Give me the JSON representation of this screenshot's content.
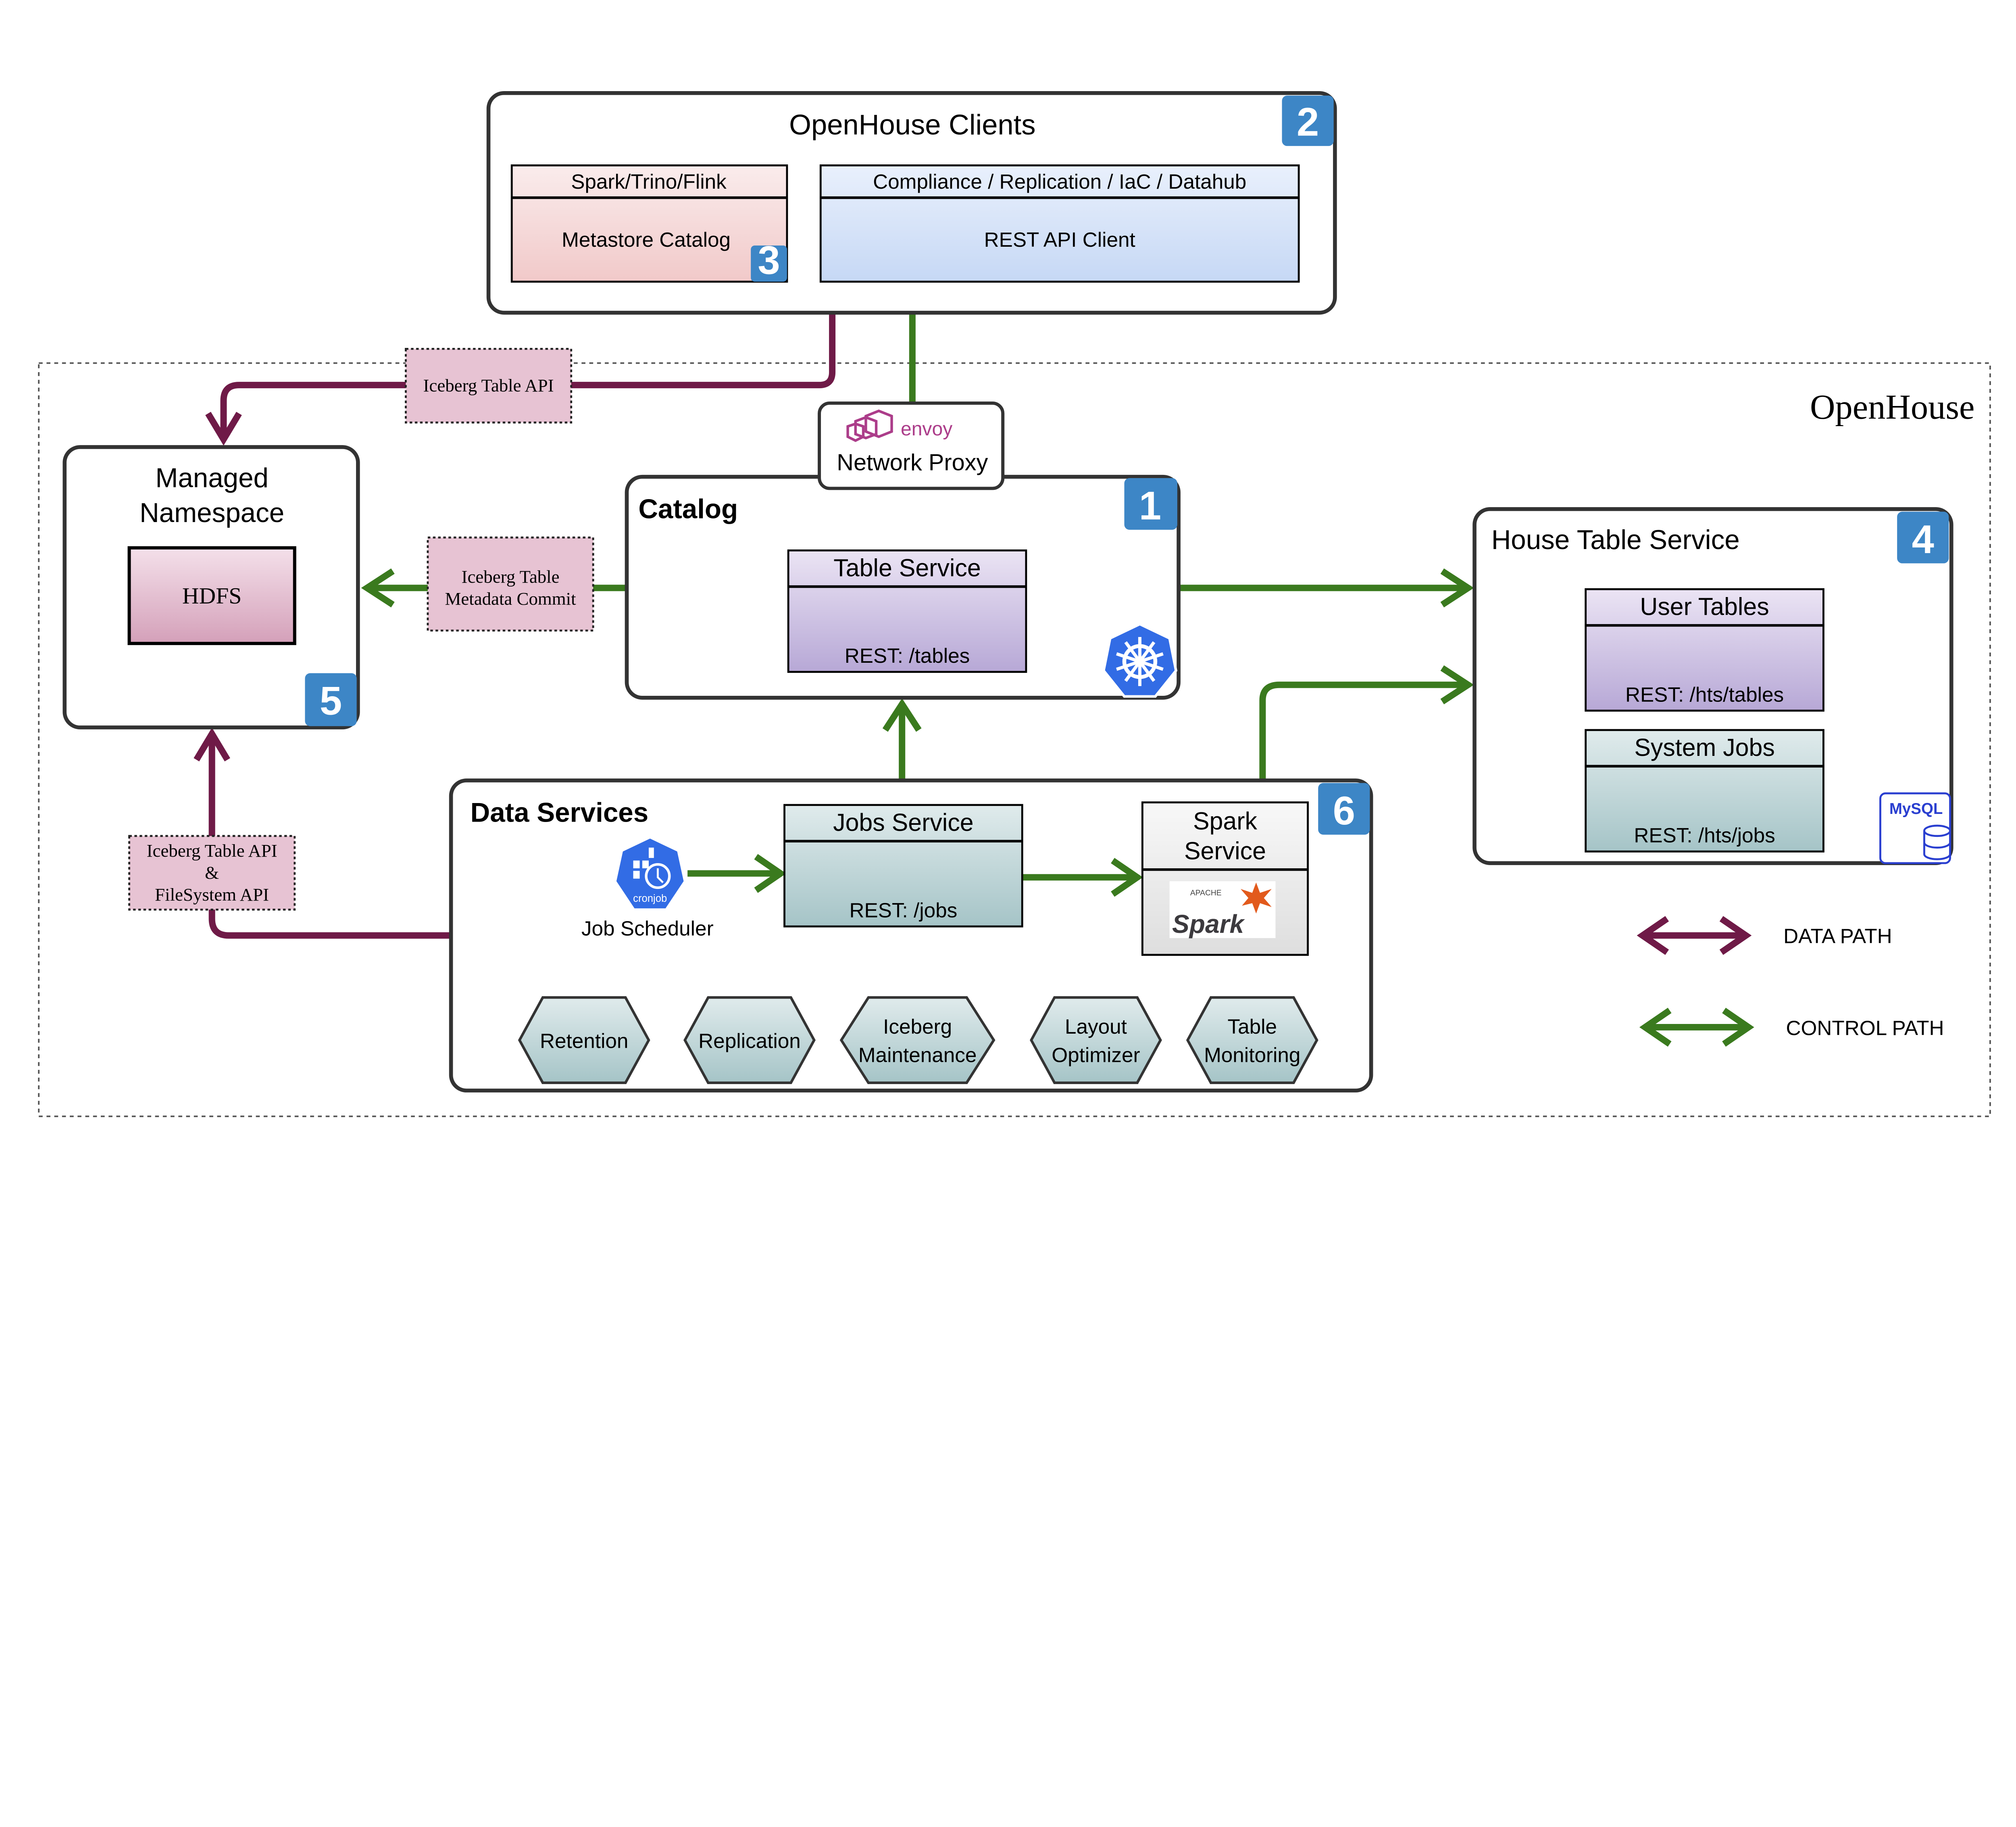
{
  "colors": {
    "data_path": "#6f1a47",
    "control_path": "#3a7a1e",
    "badge": "#3d86c6"
  },
  "clients": {
    "title": "OpenHouse Clients",
    "badge": "2",
    "engine_header": "Spark/Trino/Flink",
    "engine_body": "Metastore Catalog",
    "engine_badge": "3",
    "tools_header": "Compliance / Replication / IaC / Datahub",
    "tools_body": "REST API Client"
  },
  "openhouse_label": "OpenHouse",
  "proxy": {
    "logo_text": "envoy",
    "label": "Network Proxy"
  },
  "catalog": {
    "title": "Catalog",
    "badge": "1",
    "service_header": "Table Service",
    "service_body": "REST: /tables",
    "icon": "kubernetes-icon"
  },
  "namespace": {
    "title_line1": "Managed",
    "title_line2": "Namespace",
    "storage": "HDFS",
    "badge": "5"
  },
  "house_table": {
    "title": "House Table Service",
    "badge": "4",
    "user_tables_header": "User Tables",
    "user_tables_body": "REST: /hts/tables",
    "system_jobs_header": "System Jobs",
    "system_jobs_body": "REST: /hts/jobs",
    "db_logo": "MySQL"
  },
  "data_services": {
    "title": "Data Services",
    "badge": "6",
    "scheduler_icon_text": "cronjob",
    "scheduler_label": "Job Scheduler",
    "jobs_header": "Jobs Service",
    "jobs_body": "REST: /jobs",
    "spark_header_line1": "Spark",
    "spark_header_line2": "Service",
    "spark_logo_small": "APACHE",
    "spark_logo": "Spark",
    "jobs": [
      {
        "line1": "Retention",
        "line2": ""
      },
      {
        "line1": "Replication",
        "line2": ""
      },
      {
        "line1": "Iceberg",
        "line2": "Maintenance"
      },
      {
        "line1": "Layout",
        "line2": "Optimizer"
      },
      {
        "line1": "Table",
        "line2": "Monitoring"
      }
    ]
  },
  "edge_labels": {
    "client_to_namespace": "Iceberg Table API",
    "catalog_to_namespace_line1": "Iceberg Table",
    "catalog_to_namespace_line2": "Metadata Commit",
    "data_services_to_namespace_line1": "Iceberg Table API",
    "data_services_to_namespace_line2": "&",
    "data_services_to_namespace_line3": "FileSystem API"
  },
  "legend": {
    "data_path": "DATA PATH",
    "control_path": "CONTROL PATH"
  }
}
